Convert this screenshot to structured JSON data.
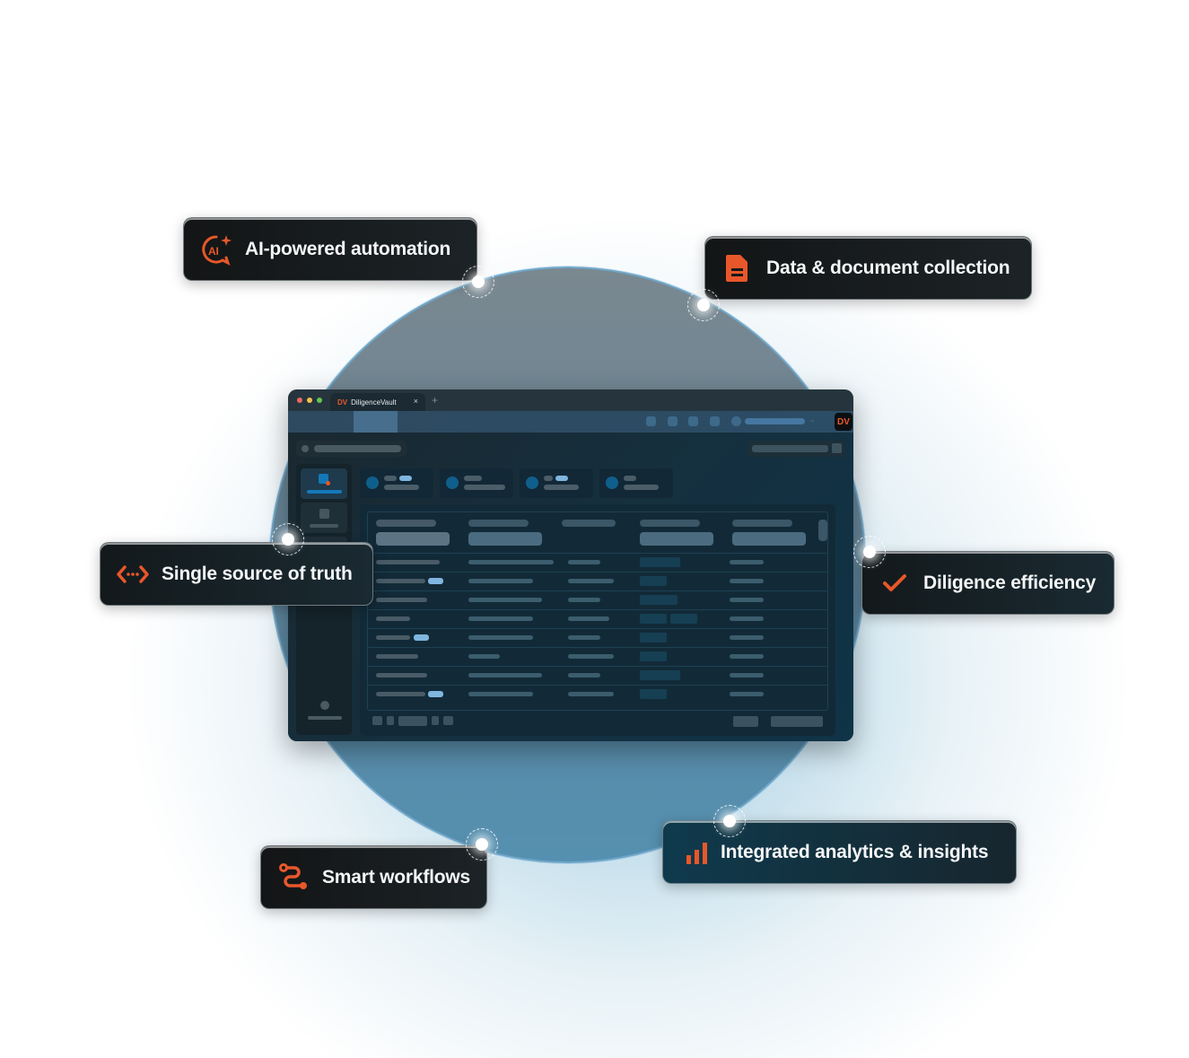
{
  "illustration": {
    "accent_color": "#e8572a",
    "circle_color": "#5a8aa6"
  },
  "browser": {
    "tab_title": "DiligenceVault",
    "tab_close": "×",
    "new_tab": "+",
    "brand_logo": "DV",
    "nav_chevron": "⌄",
    "traffic_lights": [
      "#ee6a5f",
      "#f5bf4f",
      "#61c554"
    ]
  },
  "features": [
    {
      "id": "ai",
      "label": "AI-powered automation",
      "icon": "ai-sparkle-icon"
    },
    {
      "id": "data",
      "label": "Data & document collection",
      "icon": "document-icon"
    },
    {
      "id": "truth",
      "label": "Single source of truth",
      "icon": "code-arrows-icon"
    },
    {
      "id": "efficiency",
      "label": "Diligence efficiency",
      "icon": "checkmark-icon"
    },
    {
      "id": "analytics",
      "label": "Integrated analytics & insights",
      "icon": "bar-chart-icon"
    },
    {
      "id": "workflows",
      "label": "Smart workflows",
      "icon": "workflow-path-icon"
    }
  ]
}
